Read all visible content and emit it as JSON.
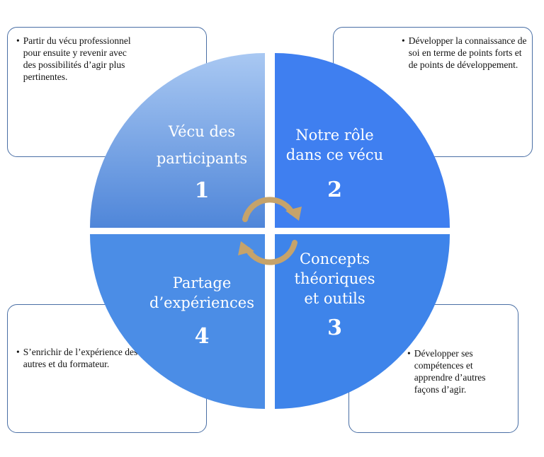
{
  "quadrants": [
    {
      "title_lines": [
        "Vécu des",
        "participants"
      ],
      "number": "1"
    },
    {
      "title_lines": [
        "Notre rôle",
        "dans ce vécu"
      ],
      "number": "2"
    },
    {
      "title_lines": [
        "Concepts",
        "théoriques",
        "et outils"
      ],
      "number": "3"
    },
    {
      "title_lines": [
        "Partage",
        "d’expériences"
      ],
      "number": "4"
    }
  ],
  "notes": {
    "top_left": "Partir du vécu professionnel pour ensuite y revenir avec des possibilités d’agir plus pertinentes.",
    "top_right": "Développer la connaissance de soi en terme de points forts et de points de développement.",
    "bottom_left": "S’enrichir de l’expérience des autres et du formateur.",
    "bottom_right": "Développer ses compétences et apprendre d’autres façons d’agir."
  },
  "colors": {
    "q1_light": "#a9c8f2",
    "q1_dark": "#4f86d9",
    "q2": "#3f7ff0",
    "q3": "#3e84ea",
    "q4": "#4b8de6",
    "arrows": "#c6a36a",
    "box_border": "#4a6fa5"
  }
}
